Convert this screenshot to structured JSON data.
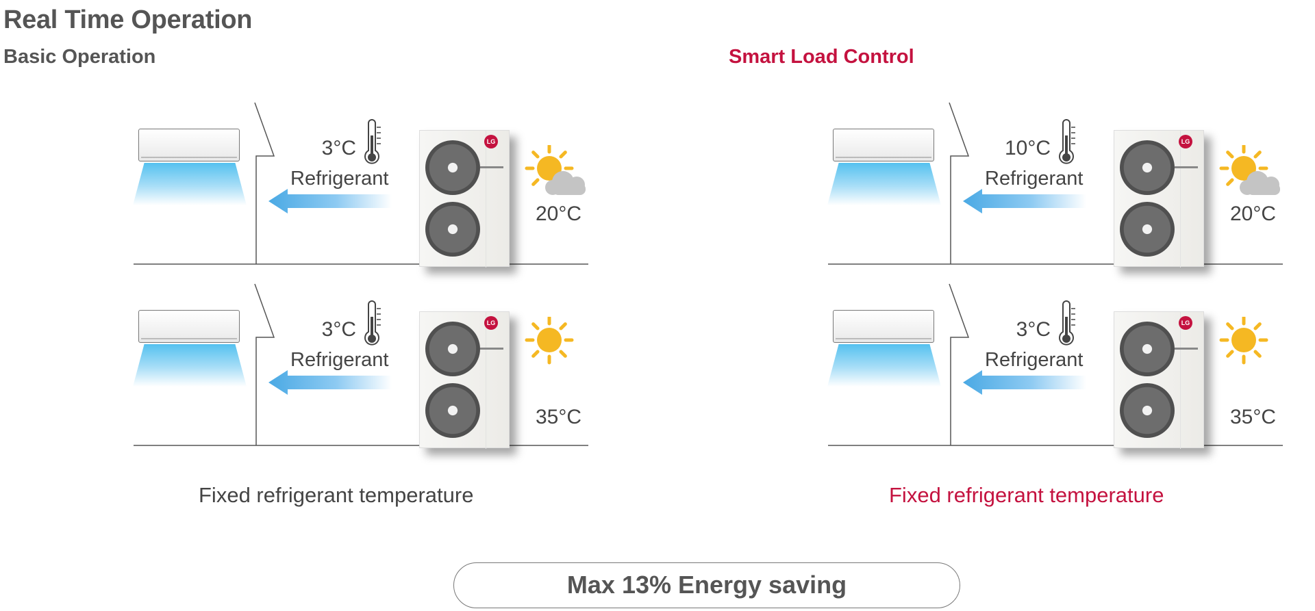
{
  "page": {
    "title": "Real Time Operation",
    "basic_title": "Basic Operation",
    "smart_title": "Smart Load Control",
    "basic_caption": "Fixed refrigerant temperature",
    "smart_caption": "Fixed refrigerant temperature",
    "saving": "Max 13% Energy saving"
  },
  "scenes": {
    "basic_top": {
      "refrigerant_temp": "3°C",
      "refrigerant_label": "Refrigerant",
      "outdoor_temp": "20°C",
      "weather": "sun-cloud-icon"
    },
    "basic_bottom": {
      "refrigerant_temp": "3°C",
      "refrigerant_label": "Refrigerant",
      "outdoor_temp": "35°C",
      "weather": "sun-icon"
    },
    "smart_top": {
      "refrigerant_temp": "10°C",
      "refrigerant_label": "Refrigerant",
      "outdoor_temp": "20°C",
      "weather": "sun-cloud-icon"
    },
    "smart_bottom": {
      "refrigerant_temp": "3°C",
      "refrigerant_label": "Refrigerant",
      "outdoor_temp": "35°C",
      "weather": "sun-icon"
    }
  },
  "colors": {
    "accent_red": "#c4123f",
    "refrigerant_blue": "#4aa9e4",
    "sun_yellow": "#f5b823",
    "cloud_gray": "#c4c4c4",
    "text_gray": "#555555"
  }
}
